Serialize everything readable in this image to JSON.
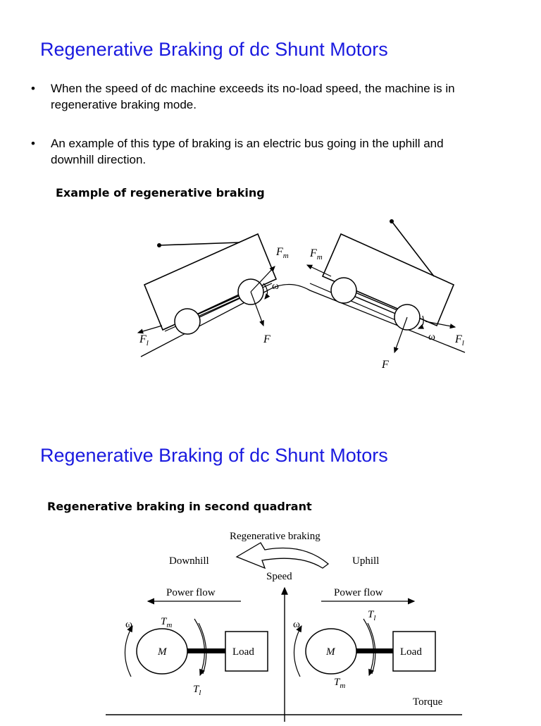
{
  "slide1": {
    "title": "Regenerative Braking of dc Shunt Motors",
    "bullets": [
      "When the speed of dc machine exceeds its no-load speed, the machine is in regenerative braking mode.",
      "An example of this type of braking is an electric bus going in the uphill and downhill direction."
    ],
    "figure": {
      "heading": "Example of regenerative braking",
      "left_bus": {
        "fm": "F",
        "fm_sub": "m",
        "omega": "ω",
        "fl": "F",
        "fl_sub": "l",
        "f": "F"
      },
      "right_bus": {
        "fm": "F",
        "fm_sub": "m",
        "omega": "ω",
        "fl": "F",
        "fl_sub": "l",
        "f": "F"
      }
    }
  },
  "slide2": {
    "title": "Regenerative Braking of dc Shunt Motors",
    "figure": {
      "heading": "Regenerative braking in second quadrant",
      "regen_label": "Regenerative braking",
      "downhill": "Downhill",
      "uphill": "Uphill",
      "speed_axis": "Speed",
      "torque_axis": "Torque",
      "power_flow_left": "Power flow",
      "power_flow_right": "Power flow",
      "left": {
        "omega": "ω",
        "tm": "T",
        "tm_sub": "m",
        "motor": "M",
        "load": "Load",
        "tl": "T",
        "tl_sub": "l"
      },
      "right": {
        "omega": "ω",
        "tl": "T",
        "tl_sub": "l",
        "motor": "M",
        "load": "Load",
        "tm": "T",
        "tm_sub": "m"
      }
    }
  }
}
